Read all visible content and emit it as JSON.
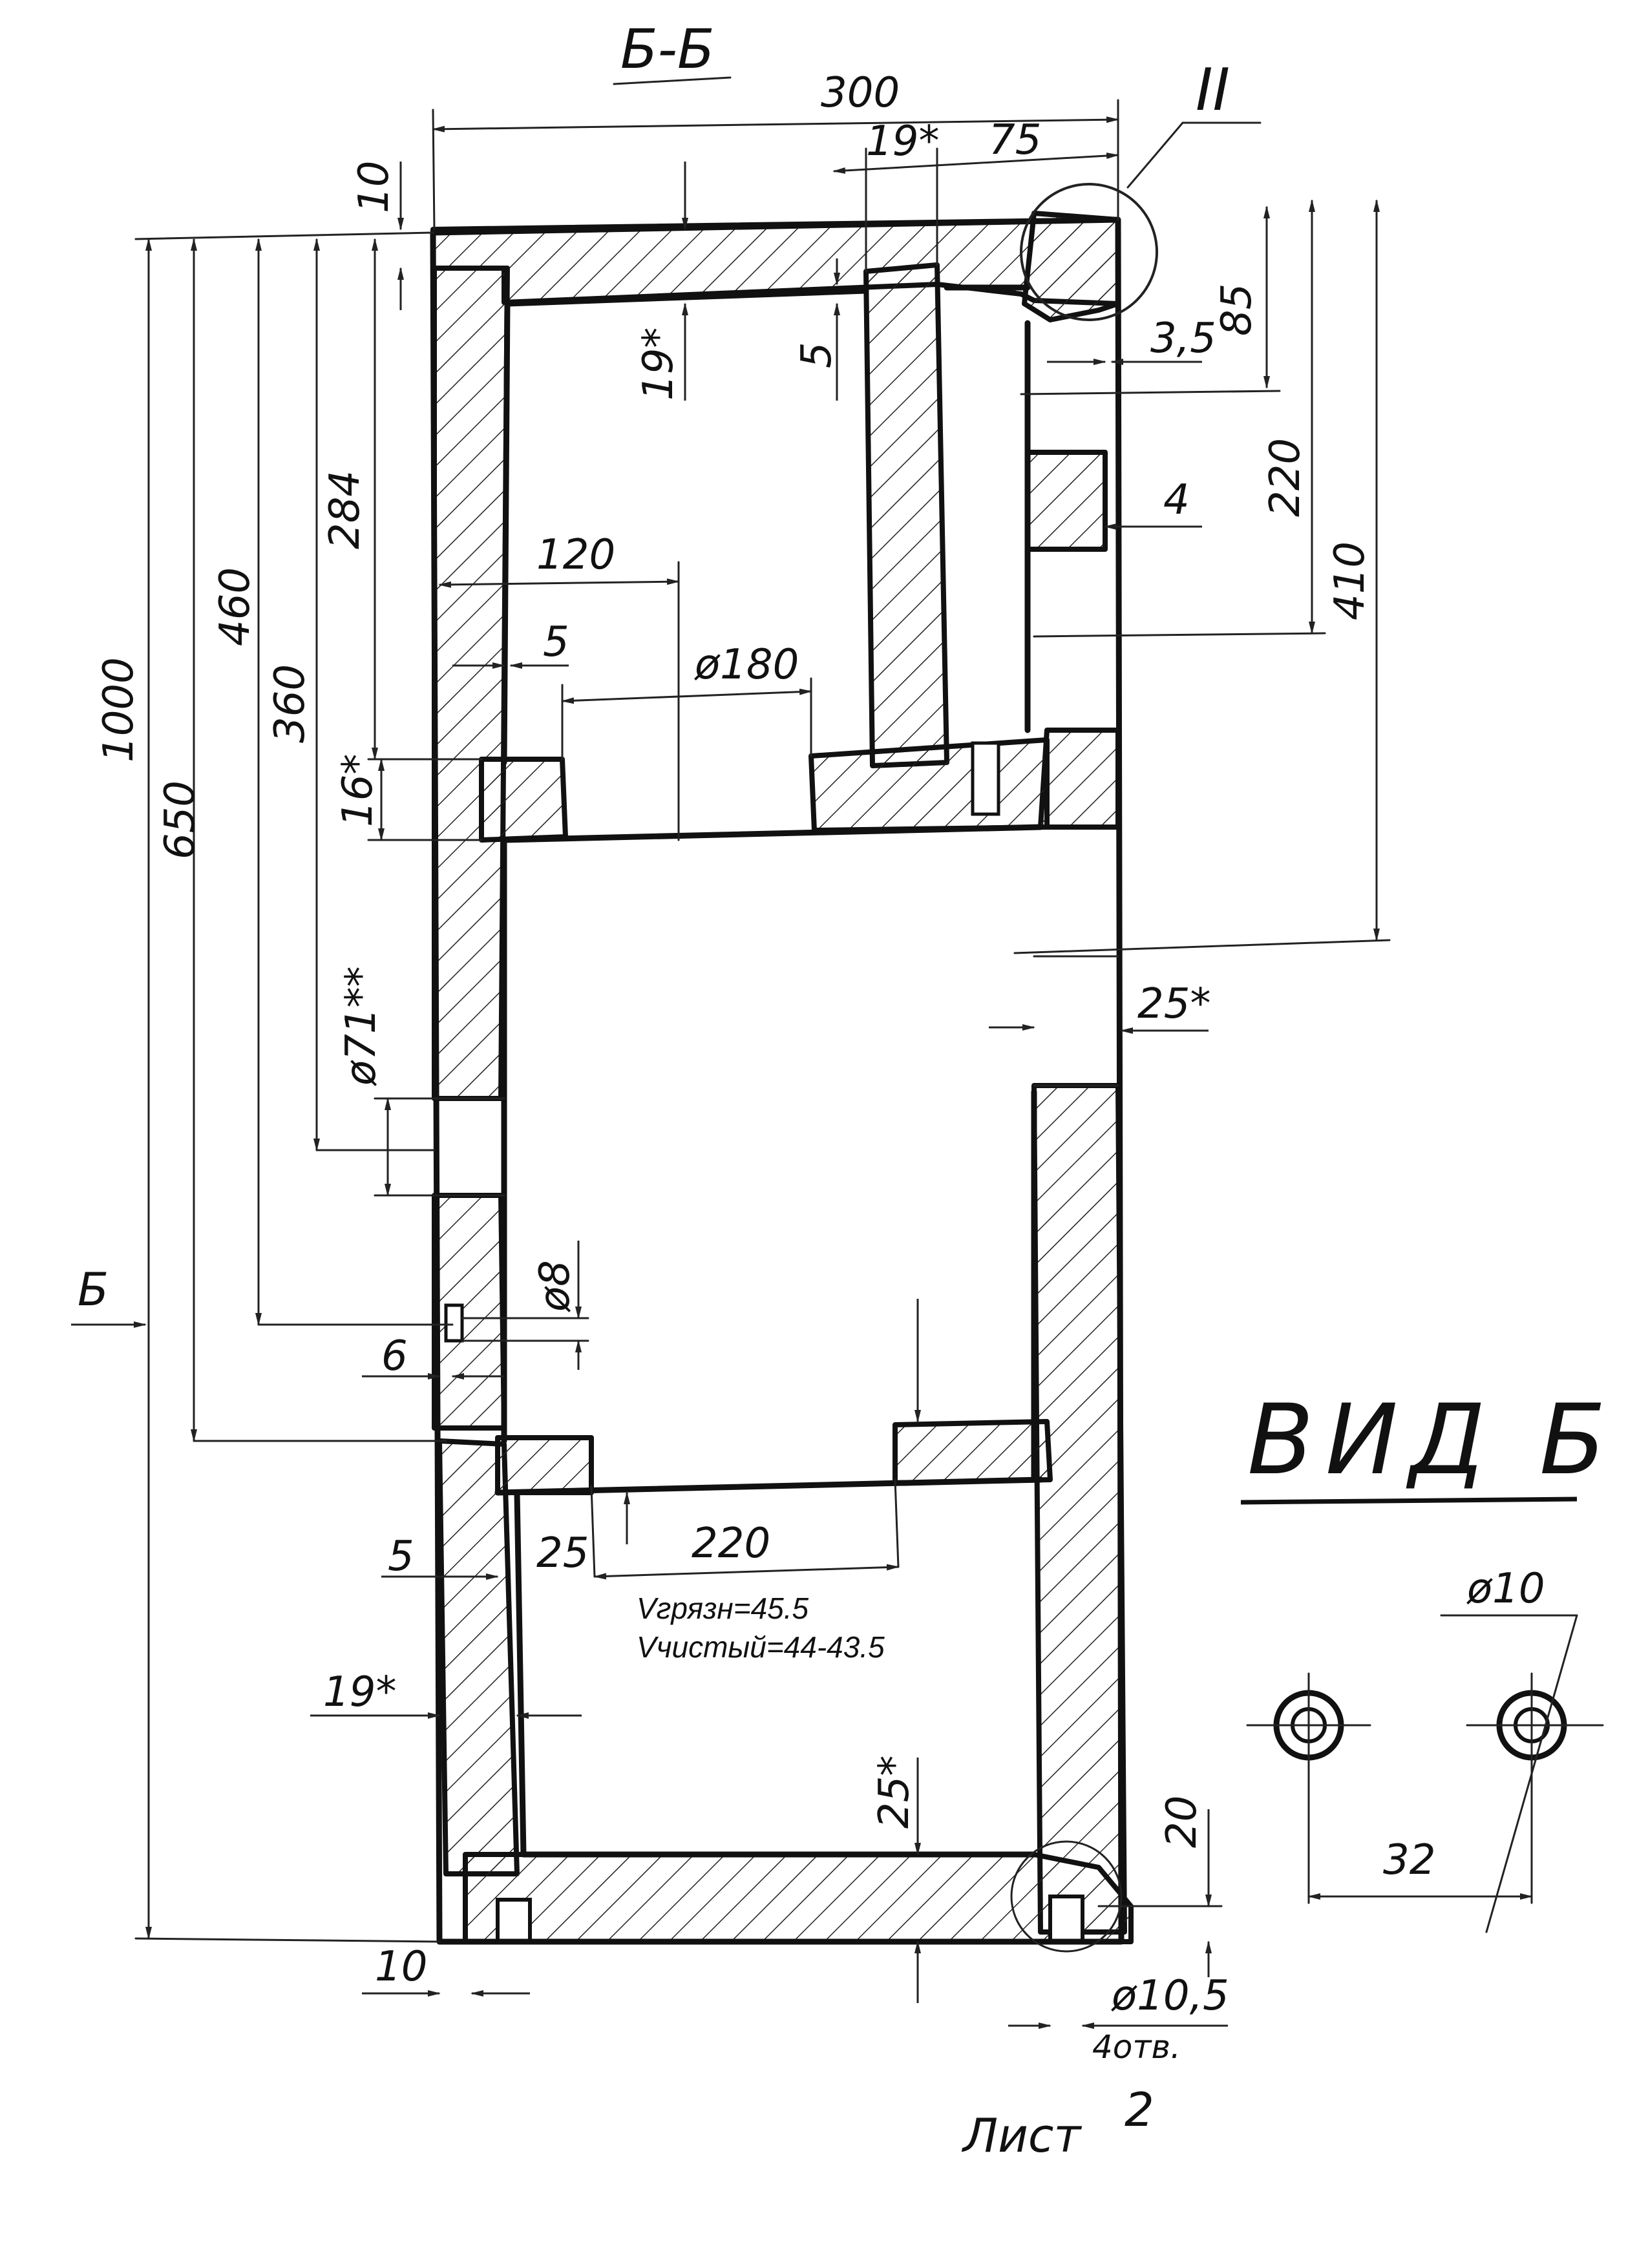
{
  "section_title": "Б-Б",
  "view_title": "ВИД Б",
  "detail_label": "II",
  "view_arrow_label": "Б",
  "sheet_label": "Лист",
  "sheet_number": "2",
  "volumes": {
    "dirty": "Vгрязн=45.5",
    "clean": "Vчистый=44-43.5"
  },
  "dimensions": {
    "width_300": "300",
    "wall_19_top": "19*",
    "d75": "75",
    "d10_top": "10",
    "d19_upper": "19*",
    "d5_upper": "5",
    "d85": "85",
    "d3_5": "3,5",
    "d220_right": "220",
    "d410": "410",
    "d4": "4",
    "d284": "284",
    "d120": "120",
    "d5_mid": "5",
    "d180": "ø180",
    "d16": "16*",
    "d1000": "1000",
    "d460": "460",
    "d650": "650",
    "d360": "360",
    "d71": "ø71**",
    "d25_right": "25*",
    "d8": "ø8",
    "d6": "6",
    "d5_low": "5",
    "d25_low": "25",
    "d220_low": "220",
    "d19_low": "19*",
    "d25_vert": "25*",
    "d20": "20",
    "d10_bottom": "10",
    "d10_5": "ø10,5",
    "holes_4": "4отв.",
    "view_d10": "ø10",
    "view_32": "32"
  }
}
